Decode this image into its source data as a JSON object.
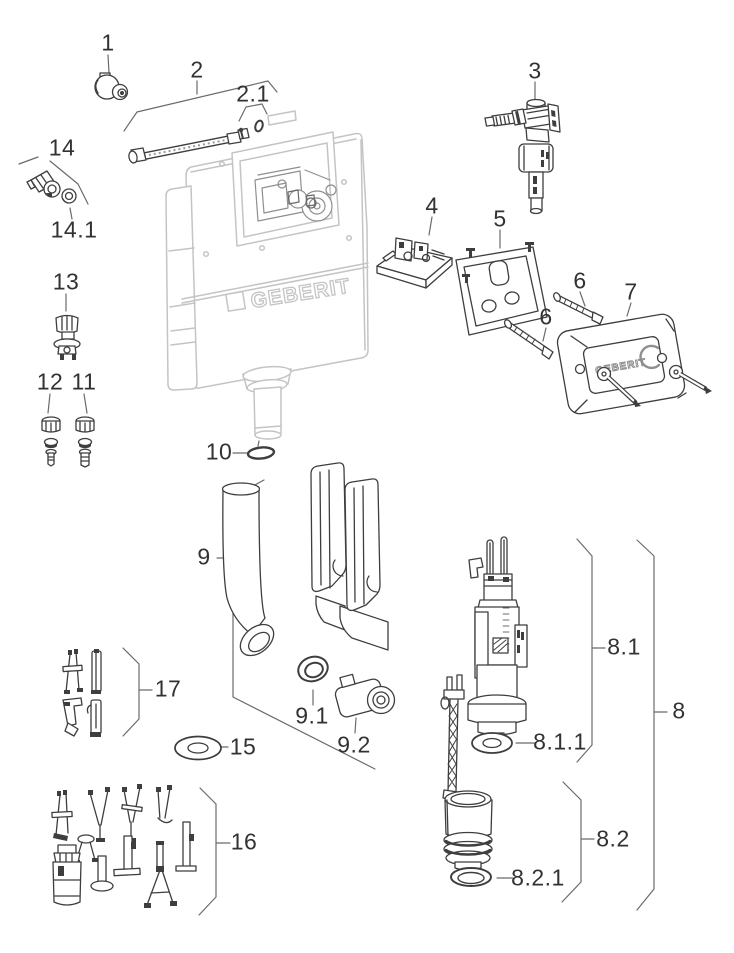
{
  "diagram": {
    "brand": "GEBERIT",
    "callouts": {
      "c1": "1",
      "c2": "2",
      "c2_1": "2.1",
      "c3": "3",
      "c4": "4",
      "c5": "5",
      "c6a": "6",
      "c6b": "6",
      "c7": "7",
      "c8": "8",
      "c8_1": "8.1",
      "c8_1_1": "8.1.1",
      "c8_2": "8.2",
      "c8_2_1": "8.2.1",
      "c9": "9",
      "c9_1": "9.1",
      "c9_2": "9.2",
      "c10": "10",
      "c11": "11",
      "c12": "12",
      "c13": "13",
      "c14": "14",
      "c14_1": "14.1",
      "c15": "15",
      "c16": "16",
      "c17": "17"
    },
    "colors": {
      "line_dark": "#3e3e3e",
      "line_light": "#c4c4c4",
      "mech_gray": "#8f8f8f",
      "leader": "#6b6b6b",
      "label": "#323232",
      "background": "#ffffff"
    }
  }
}
